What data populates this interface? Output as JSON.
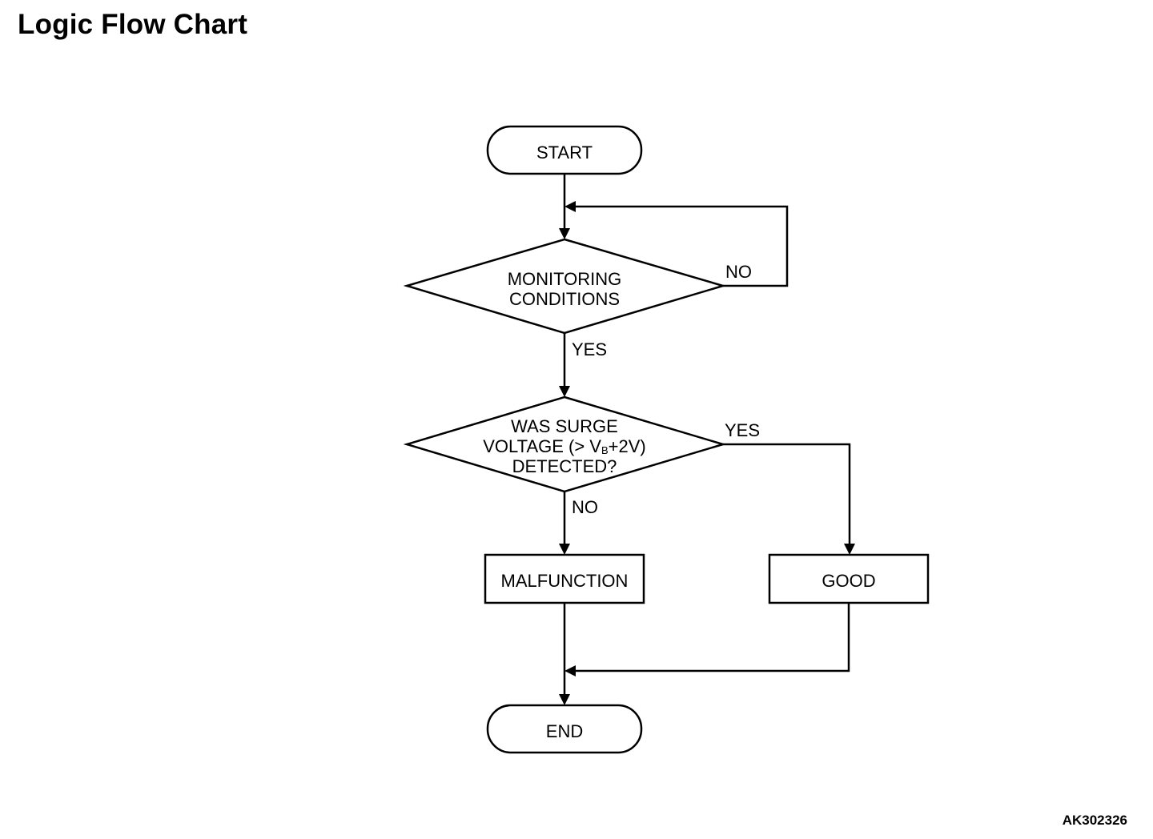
{
  "title": "Logic Flow Chart",
  "figure_id": "AK302326",
  "flowchart": {
    "start": {
      "label": "START"
    },
    "monitoring": {
      "line1": "MONITORING",
      "line2": "CONDITIONS",
      "no_label": "NO",
      "yes_label": "YES"
    },
    "surge": {
      "line1": "WAS SURGE",
      "line2_prefix": "VOLTAGE (> V",
      "line2_subscript": "B",
      "line2_suffix": "+2V)",
      "line3": "DETECTED?",
      "yes_label": "YES",
      "no_label": "NO"
    },
    "malfunction": {
      "label": "MALFUNCTION"
    },
    "good": {
      "label": "GOOD"
    },
    "end": {
      "label": "END"
    }
  }
}
